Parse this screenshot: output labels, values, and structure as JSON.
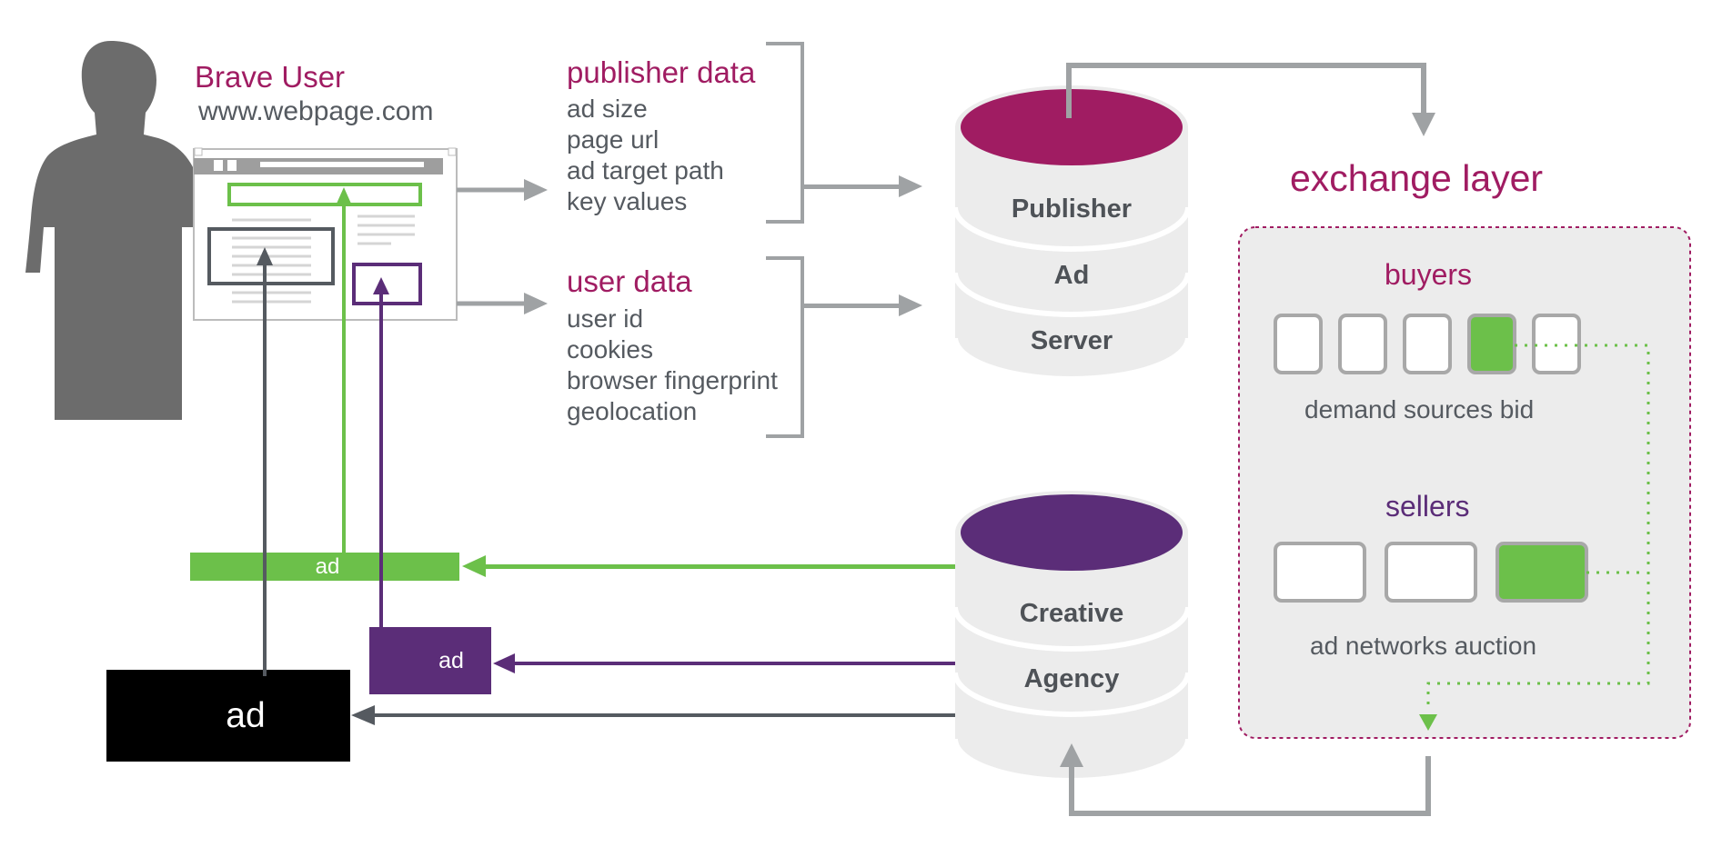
{
  "user": {
    "title": "Brave User",
    "url": "www.webpage.com"
  },
  "publisher_data": {
    "heading": "publisher data",
    "items": [
      "ad size",
      "page url",
      "ad target path",
      "key values"
    ]
  },
  "user_data": {
    "heading": "user data",
    "items": [
      "user id",
      "cookies",
      "browser fingerprint",
      "geolocation"
    ]
  },
  "ad_server": {
    "line1": "Publisher",
    "line2": "Ad",
    "line3": "Server"
  },
  "creative_agency": {
    "line1": "Creative",
    "line2": "Agency"
  },
  "exchange": {
    "title": "exchange layer",
    "buyers_label": "buyers",
    "buyers_caption": "demand sources bid",
    "sellers_label": "sellers",
    "sellers_caption": "ad networks auction"
  },
  "ads": {
    "green": "ad",
    "purple": "ad",
    "black": "ad"
  },
  "colors": {
    "magenta": "#a01c62",
    "purple": "#5b2d78",
    "green": "#6cc04a",
    "gray": "#9fa2a4",
    "dark": "#555a60",
    "black": "#000000"
  },
  "icons": [
    "person-silhouette",
    "browser-window",
    "database-cylinder"
  ]
}
